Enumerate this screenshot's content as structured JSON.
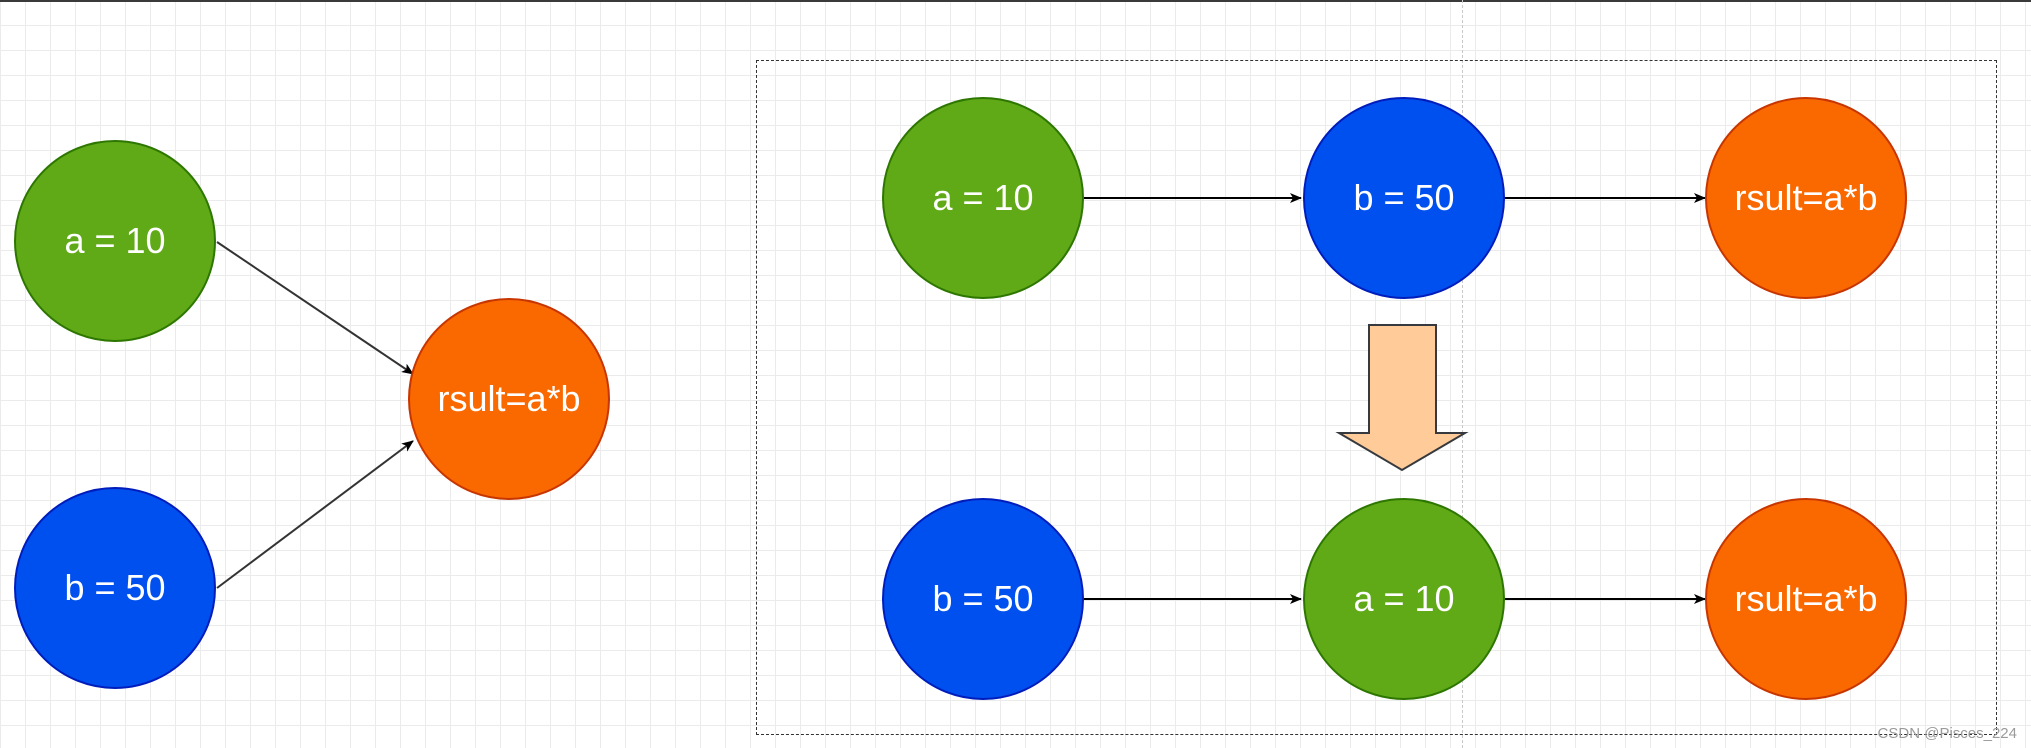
{
  "left": {
    "a": "a = 10",
    "b": "b = 50",
    "result": "rsult=a*b"
  },
  "right_top": {
    "first": "a = 10",
    "second": "b = 50",
    "result": "rsult=a*b"
  },
  "right_bottom": {
    "first": "b = 50",
    "second": "a = 10",
    "result": "rsult=a*b"
  },
  "colors": {
    "green": "#60a917",
    "blue": "#0050ef",
    "orange": "#fa6800",
    "arrow_fill": "#ffcc99"
  },
  "watermark": "CSDN @Pisces_224"
}
